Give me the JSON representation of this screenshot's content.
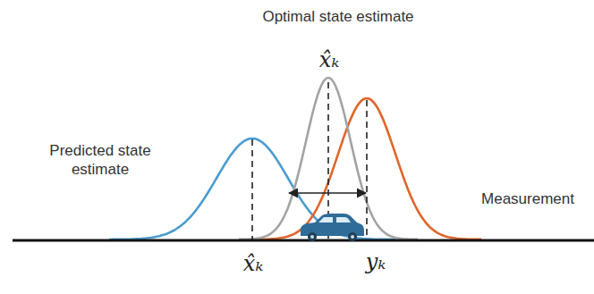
{
  "diagram": {
    "labels": [
      "Optimal state estimate",
      "x̂ₖ",
      "Predicted state estimate",
      "Measurement",
      "x̂ₖ",
      "yₖ"
    ]
  }
}
